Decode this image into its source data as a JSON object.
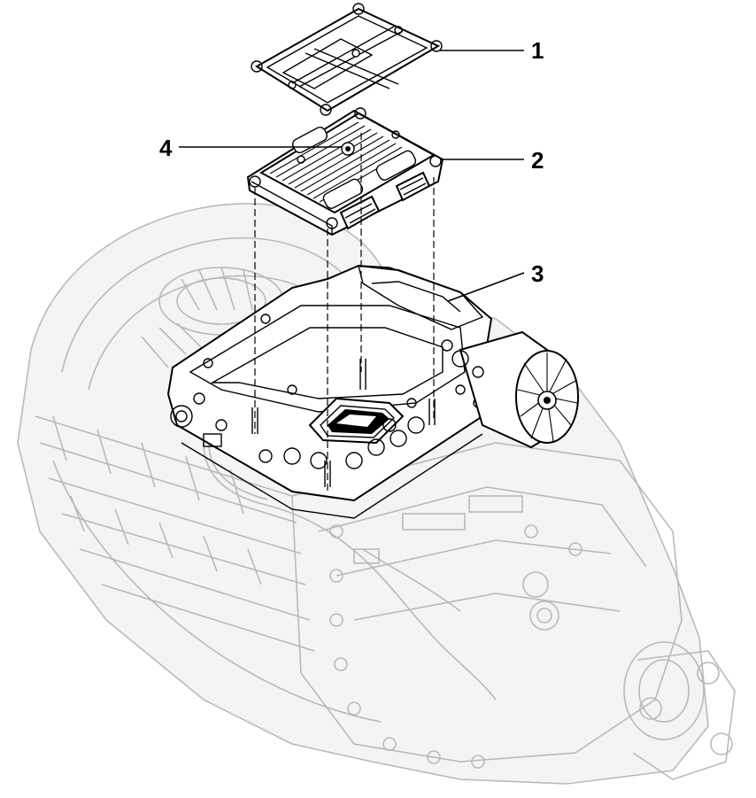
{
  "diagram": {
    "callouts": [
      {
        "id": "1",
        "label": "1"
      },
      {
        "id": "2",
        "label": "2"
      },
      {
        "id": "3",
        "label": "3"
      },
      {
        "id": "4",
        "label": "4"
      }
    ],
    "parts": [
      {
        "callout": "1",
        "icon": "cover-plate"
      },
      {
        "callout": "2",
        "icon": "control-module"
      },
      {
        "callout": "3",
        "icon": "actuator-housing"
      },
      {
        "callout": "4",
        "icon": "cooling-fins"
      }
    ],
    "colors": {
      "line": "#000000",
      "ghost": "#b9b9b9",
      "background": "#ffffff"
    }
  }
}
